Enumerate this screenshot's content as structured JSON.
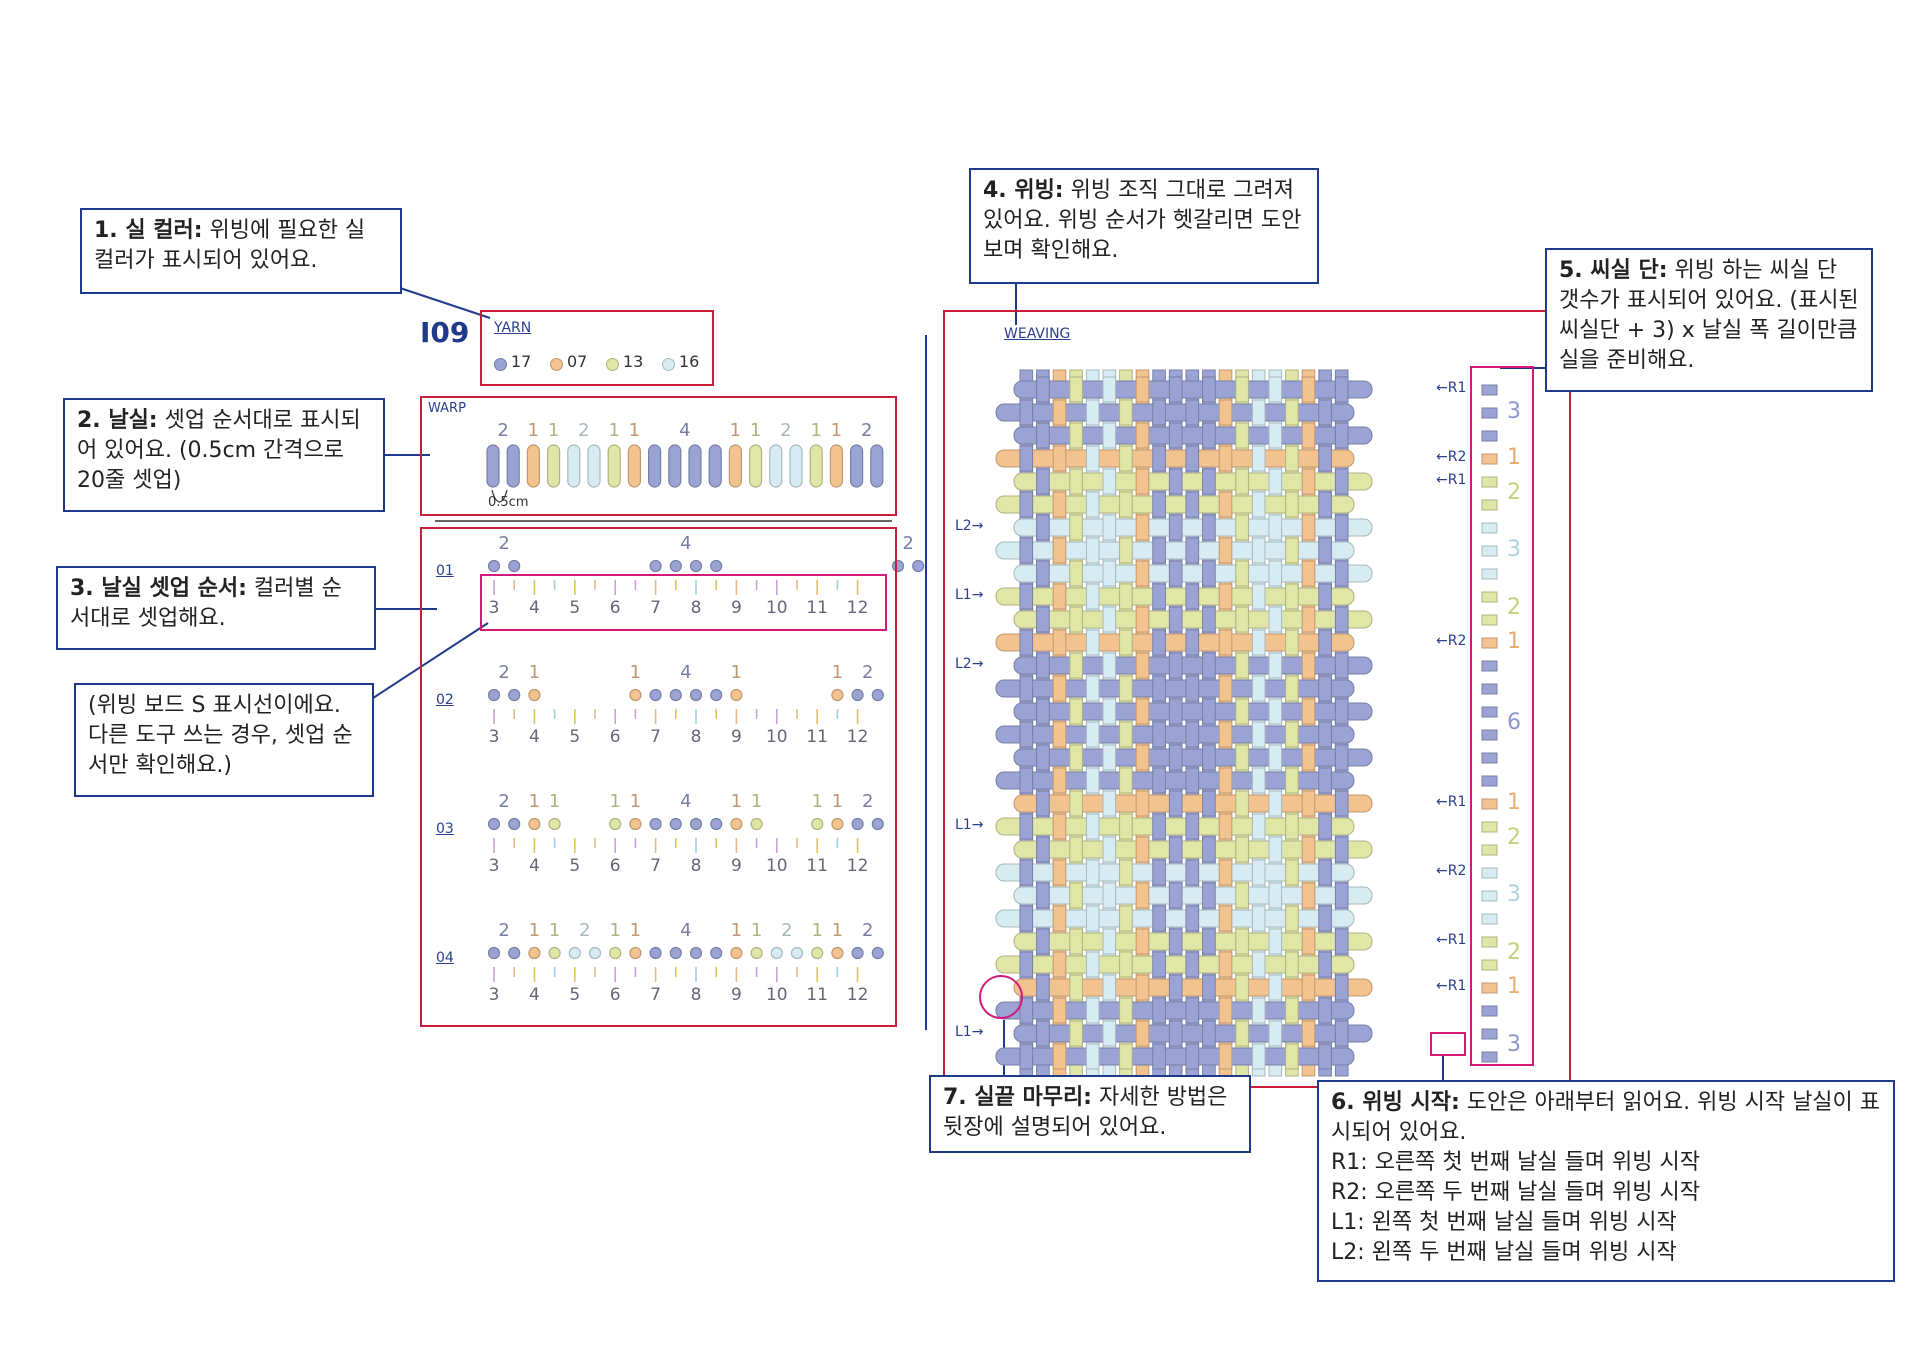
{
  "pattern_code": "I09",
  "colors": {
    "c17": "#9aa3d4",
    "c07": "#f2c38f",
    "c13": "#dfe6a6",
    "c16": "#d6ecf2"
  },
  "yarn": {
    "label": "YARN",
    "items": [
      {
        "num": "17",
        "color": "#9aa3d4"
      },
      {
        "num": "07",
        "color": "#f2c38f"
      },
      {
        "num": "13",
        "color": "#dfe6a6"
      },
      {
        "num": "16",
        "color": "#d6ecf2"
      }
    ]
  },
  "warp": {
    "label": "WARP",
    "spacing_label": "0.5cm",
    "groups": [
      {
        "count": "2",
        "color": "#9aa3d4",
        "n": 2
      },
      {
        "count": "1",
        "color": "#f2c38f",
        "n": 1
      },
      {
        "count": "1",
        "color": "#dfe6a6",
        "n": 1
      },
      {
        "count": "2",
        "color": "#d6ecf2",
        "n": 2
      },
      {
        "count": "1",
        "color": "#dfe6a6",
        "n": 1
      },
      {
        "count": "1",
        "color": "#f2c38f",
        "n": 1
      },
      {
        "count": "4",
        "color": "#9aa3d4",
        "n": 4
      },
      {
        "count": "1",
        "color": "#f2c38f",
        "n": 1
      },
      {
        "count": "1",
        "color": "#dfe6a6",
        "n": 1
      },
      {
        "count": "2",
        "color": "#d6ecf2",
        "n": 2
      },
      {
        "count": "1",
        "color": "#dfe6a6",
        "n": 1
      },
      {
        "count": "1",
        "color": "#f2c38f",
        "n": 1
      },
      {
        "count": "2",
        "color": "#9aa3d4",
        "n": 2
      }
    ]
  },
  "setup": {
    "slot_numbers": [
      "3",
      "4",
      "5",
      "6",
      "7",
      "8",
      "9",
      "10",
      "11",
      "12"
    ],
    "rows": [
      {
        "label": "01",
        "groups": [
          {
            "count": "2",
            "color": "#9aa3d4",
            "n": 2
          },
          {
            "gap": 6
          },
          {
            "count": "4",
            "color": "#9aa3d4",
            "n": 4
          },
          {
            "gap": 8
          },
          {
            "count": "2",
            "color": "#9aa3d4",
            "n": 2
          }
        ]
      },
      {
        "label": "02",
        "groups": [
          {
            "count": "2",
            "color": "#9aa3d4",
            "n": 2
          },
          {
            "count": "1",
            "color": "#f2c38f",
            "n": 1
          },
          {
            "gap": 4
          },
          {
            "count": "1",
            "color": "#f2c38f",
            "n": 1
          },
          {
            "count": "4",
            "color": "#9aa3d4",
            "n": 4
          },
          {
            "count": "1",
            "color": "#f2c38f",
            "n": 1
          },
          {
            "gap": 4
          },
          {
            "count": "1",
            "color": "#f2c38f",
            "n": 1
          },
          {
            "count": "2",
            "color": "#9aa3d4",
            "n": 2
          }
        ]
      },
      {
        "label": "03",
        "groups": [
          {
            "count": "2",
            "color": "#9aa3d4",
            "n": 2
          },
          {
            "count": "1",
            "color": "#f2c38f",
            "n": 1
          },
          {
            "count": "1",
            "color": "#dfe6a6",
            "n": 1
          },
          {
            "gap": 2
          },
          {
            "count": "1",
            "color": "#dfe6a6",
            "n": 1
          },
          {
            "count": "1",
            "color": "#f2c38f",
            "n": 1
          },
          {
            "count": "4",
            "color": "#9aa3d4",
            "n": 4
          },
          {
            "count": "1",
            "color": "#f2c38f",
            "n": 1
          },
          {
            "count": "1",
            "color": "#dfe6a6",
            "n": 1
          },
          {
            "gap": 2
          },
          {
            "count": "1",
            "color": "#dfe6a6",
            "n": 1
          },
          {
            "count": "1",
            "color": "#f2c38f",
            "n": 1
          },
          {
            "count": "2",
            "color": "#9aa3d4",
            "n": 2
          }
        ]
      },
      {
        "label": "04",
        "groups": [
          {
            "count": "2",
            "color": "#9aa3d4",
            "n": 2
          },
          {
            "count": "1",
            "color": "#f2c38f",
            "n": 1
          },
          {
            "count": "1",
            "color": "#dfe6a6",
            "n": 1
          },
          {
            "count": "2",
            "color": "#d6ecf2",
            "n": 2
          },
          {
            "count": "1",
            "color": "#dfe6a6",
            "n": 1
          },
          {
            "count": "1",
            "color": "#f2c38f",
            "n": 1
          },
          {
            "count": "4",
            "color": "#9aa3d4",
            "n": 4
          },
          {
            "count": "1",
            "color": "#f2c38f",
            "n": 1
          },
          {
            "count": "1",
            "color": "#dfe6a6",
            "n": 1
          },
          {
            "count": "2",
            "color": "#d6ecf2",
            "n": 2
          },
          {
            "count": "1",
            "color": "#dfe6a6",
            "n": 1
          },
          {
            "count": "1",
            "color": "#f2c38f",
            "n": 1
          },
          {
            "count": "2",
            "color": "#9aa3d4",
            "n": 2
          }
        ]
      }
    ]
  },
  "weaving": {
    "label": "WEAVING",
    "weft_rows": [
      "#9aa3d4",
      "#9aa3d4",
      "#9aa3d4",
      "#f2c38f",
      "#dfe6a6",
      "#dfe6a6",
      "#d6ecf2",
      "#d6ecf2",
      "#d6ecf2",
      "#dfe6a6",
      "#dfe6a6",
      "#f2c38f",
      "#9aa3d4",
      "#9aa3d4",
      "#9aa3d4",
      "#9aa3d4",
      "#9aa3d4",
      "#9aa3d4",
      "#f2c38f",
      "#dfe6a6",
      "#dfe6a6",
      "#d6ecf2",
      "#d6ecf2",
      "#d6ecf2",
      "#dfe6a6",
      "#dfe6a6",
      "#f2c38f",
      "#9aa3d4",
      "#9aa3d4",
      "#9aa3d4"
    ],
    "row_counts": [
      {
        "count": "3",
        "color": "#8e98cf",
        "row": 1.5
      },
      {
        "count": "1",
        "color": "#e9ad6f",
        "row": 4
      },
      {
        "count": "2",
        "color": "#c5d07a",
        "row": 5.5
      },
      {
        "count": "3",
        "color": "#a9d3de",
        "row": 8
      },
      {
        "count": "2",
        "color": "#c5d07a",
        "row": 10.5
      },
      {
        "count": "1",
        "color": "#e9ad6f",
        "row": 12
      },
      {
        "count": "6",
        "color": "#8e98cf",
        "row": 15.5
      },
      {
        "count": "1",
        "color": "#e9ad6f",
        "row": 19
      },
      {
        "count": "2",
        "color": "#c5d07a",
        "row": 20.5
      },
      {
        "count": "3",
        "color": "#a9d3de",
        "row": 23
      },
      {
        "count": "2",
        "color": "#c5d07a",
        "row": 25.5
      },
      {
        "count": "1",
        "color": "#e9ad6f",
        "row": 27
      },
      {
        "count": "3",
        "color": "#8e98cf",
        "row": 29
      }
    ],
    "right_labels": [
      {
        "text": "←R1",
        "row": 4
      },
      {
        "text": "←R1",
        "row": 6
      },
      {
        "text": "←R2",
        "row": 9
      },
      {
        "text": "←R1",
        "row": 12
      },
      {
        "text": "←R2",
        "row": 19
      },
      {
        "text": "←R1",
        "row": 26
      },
      {
        "text": "←R2",
        "row": 27
      },
      {
        "text": "←R1",
        "row": 30
      }
    ],
    "left_labels": [
      {
        "text": "L1→",
        "row": 2
      },
      {
        "text": "L1→",
        "row": 11
      },
      {
        "text": "L2→",
        "row": 18
      },
      {
        "text": "L1→",
        "row": 21
      },
      {
        "text": "L2→",
        "row": 24
      }
    ]
  },
  "notes": {
    "n1_title": "1. 실 컬러:",
    "n1_body": " 위빙에 필요한 실 컬러가 표시되어 있어요.",
    "n2_title": "2. 날실:",
    "n2_body": " 셋업 순서대로 표시되어 있어요. (0.5cm 간격으로 20줄 셋업)",
    "n3_title": "3. 날실 셋업 순서:",
    "n3_body": " 컬러별 순서대로 셋업해요.",
    "n3b": "(위빙 보드 S 표시선이에요. 다른 도구 쓰는 경우, 셋업 순서만 확인해요.)",
    "n4_title": "4. 위빙:",
    "n4_body": " 위빙 조직 그대로 그려져 있어요. 위빙 순서가 헷갈리면 도안 보며 확인해요.",
    "n5_title": "5. 씨실 단:",
    "n5_body": " 위빙 하는 씨실 단 갯수가 표시되어 있어요. (표시된 씨실단 + 3) x 날실 폭 길이만큼 실을 준비해요.",
    "n6_title": "6. 위빙 시작:",
    "n6_body": " 도안은 아래부터 읽어요. 위빙 시작 날실이 표시되어 있어요.",
    "n6_r1": "R1: 오른쪽 첫 번째 날실 들며 위빙 시작",
    "n6_r2": "R2: 오른쪽 두 번째 날실 들며 위빙 시작",
    "n6_l1": "L1: 왼쪽 첫 번째 날실 들며 위빙 시작",
    "n6_l2": "L2: 왼쪽 두 번째 날실 들며 위빙 시작",
    "n7_title": "7. 실끝 마무리:",
    "n7_body": " 자세한 방법은 뒷장에 설명되어 있어요."
  }
}
